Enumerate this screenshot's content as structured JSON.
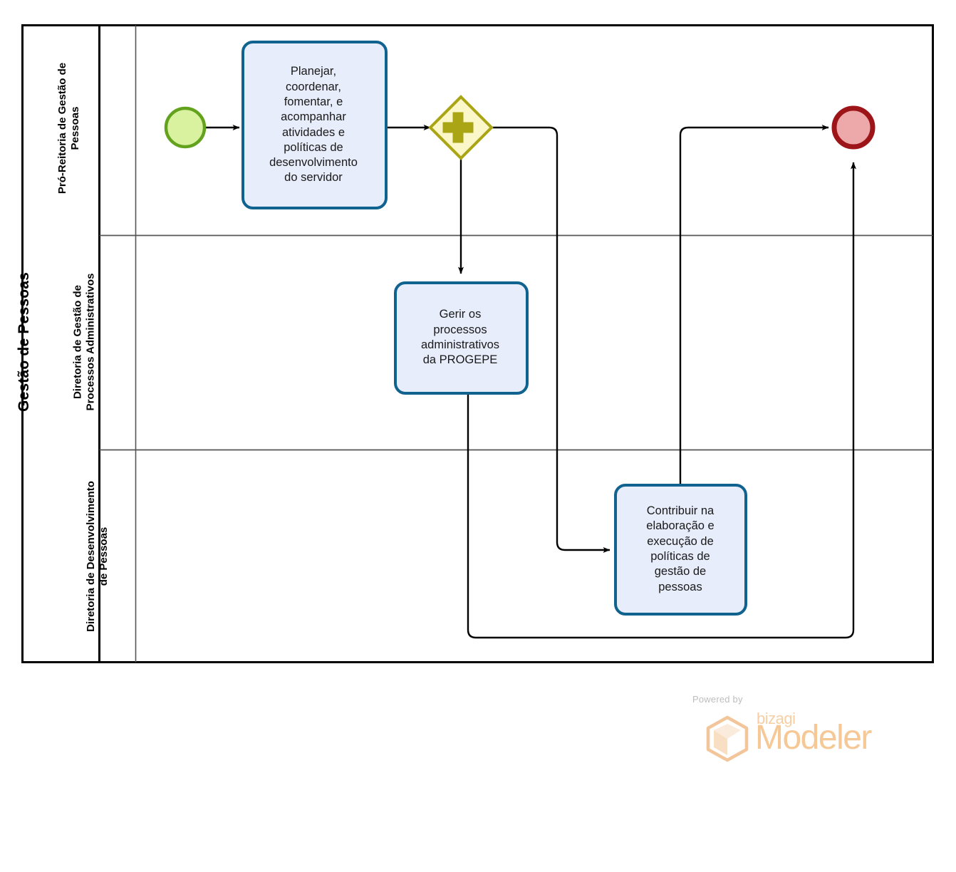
{
  "diagram": {
    "type": "bpmn-pool",
    "pool": {
      "title": "Gestão de Pessoas"
    },
    "lanes": [
      {
        "id": "lane-pro-reitoria",
        "title": "Pró-Reitoria de Gestão de\nPessoas"
      },
      {
        "id": "lane-processos-administrativos",
        "title": "Diretoria de Gestão de\nProcessos Administrativos"
      },
      {
        "id": "lane-desenvolvimento",
        "title": "Diretoria de Desenvolvimento\nde Pessoas"
      }
    ],
    "events": [
      {
        "id": "start-event",
        "kind": "start",
        "label": "",
        "lane": "lane-pro-reitoria"
      },
      {
        "id": "end-event",
        "kind": "end",
        "label": "",
        "lane": "lane-pro-reitoria"
      }
    ],
    "gateways": [
      {
        "id": "parallel-gateway",
        "kind": "parallel",
        "label": "",
        "lane": "lane-pro-reitoria"
      }
    ],
    "tasks": [
      {
        "id": "task-planejar",
        "label": "Planejar,\ncoordenar,\nfomentar, e\nacompanhar\natividades e\npolíticas de\ndesenvolvimento\ndo servidor",
        "lane": "lane-pro-reitoria"
      },
      {
        "id": "task-gerir",
        "label": "Gerir os\nprocessos\nadministrativos\nda PROGEPE",
        "lane": "lane-processos-administrativos"
      },
      {
        "id": "task-contribuir",
        "label": "Contribuir na\nelaboração e\nexecução de\npolíticas de\ngestão de\npessoas",
        "lane": "lane-desenvolvimento"
      }
    ],
    "flows": [
      {
        "id": "flow-start-to-planejar",
        "from": "start-event",
        "to": "task-planejar"
      },
      {
        "id": "flow-planejar-to-gateway",
        "from": "task-planejar",
        "to": "parallel-gateway"
      },
      {
        "id": "flow-gateway-to-gerir",
        "from": "parallel-gateway",
        "to": "task-gerir"
      },
      {
        "id": "flow-gateway-to-contribuir",
        "from": "parallel-gateway",
        "to": "task-contribuir"
      },
      {
        "id": "flow-contribuir-to-end",
        "from": "task-contribuir",
        "to": "end-event"
      },
      {
        "id": "flow-gerir-to-end",
        "from": "task-gerir",
        "to": "end-event"
      }
    ]
  },
  "credit": {
    "powered_by": "Powered by",
    "brand": "bizagi",
    "product": "Modeler"
  },
  "colors": {
    "task_fill": "#e8edfb",
    "task_stroke": "#10628f",
    "start_fill": "#d9f2a0",
    "start_stroke": "#62a21c",
    "end_fill": "#eda9a9",
    "end_stroke": "#9e1519",
    "gateway_fill": "#fbf7c9",
    "gateway_stroke": "#a9a515",
    "gateway_plus": "#a9a515",
    "pool_stroke": "#000000",
    "lane_stroke": "#555555",
    "flow_stroke": "#000000",
    "credit_text": "#bdbdbd",
    "credit_brand": "#f5c895"
  }
}
